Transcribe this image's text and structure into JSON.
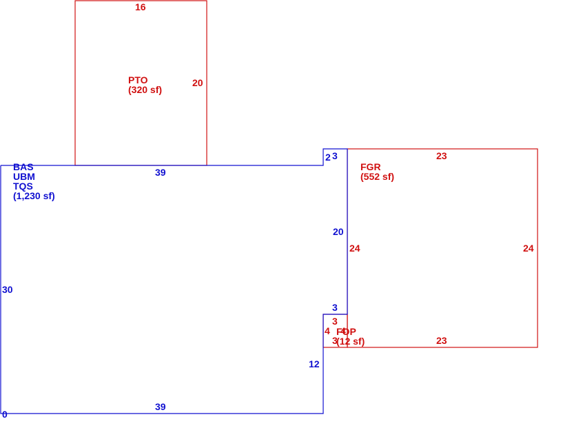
{
  "colors": {
    "main_area": "#1010d0",
    "accessory_area": "#d01010",
    "background": "#ffffff"
  },
  "areas": {
    "pto": {
      "code": "PTO",
      "area": "(320 sf)"
    },
    "main": {
      "codes": [
        "BAS",
        "UBM",
        "TQS"
      ],
      "area": "(1,230 sf)"
    },
    "fgr": {
      "code": "FGR",
      "area": "(552 sf)"
    },
    "fop": {
      "code": "FOP",
      "area": "(12 sf)"
    }
  },
  "dimensions": {
    "pto_top": "16",
    "pto_right": "20",
    "main_top": "39",
    "main_left": "30",
    "main_bottom": "39",
    "main_step_lower": "12",
    "main_notch_top": "2",
    "main_notch_width": "3",
    "main_right_upper": "20",
    "main_step_width": "3",
    "main_origin": "0",
    "fgr_top": "23",
    "fgr_left": "24",
    "fgr_right": "24",
    "fgr_bottom": "23",
    "fop_top": "3",
    "fop_left": "4",
    "fop_bottom": "3",
    "fop_right": "4"
  }
}
